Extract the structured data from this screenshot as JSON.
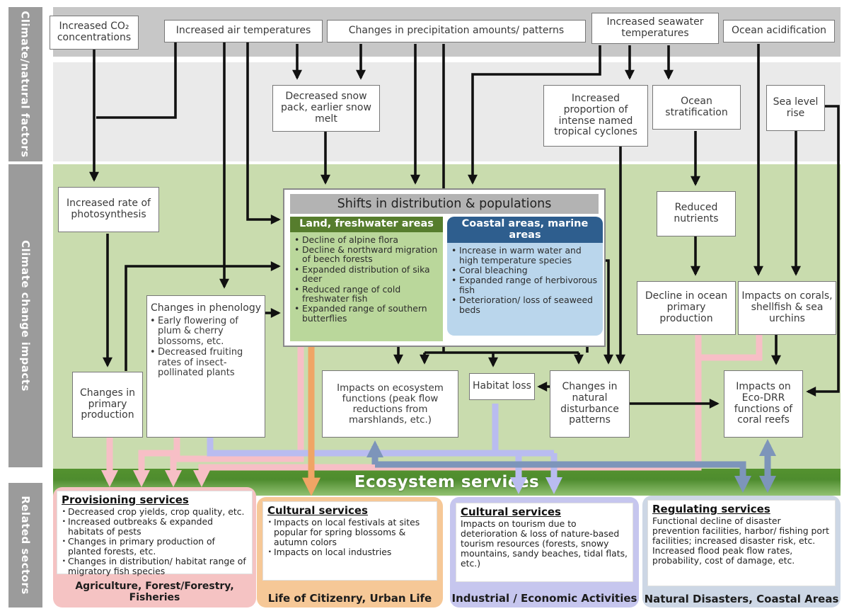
{
  "sidebar": {
    "sections": [
      "Climate/natural factors",
      "Climate change impacts",
      "Related sectors"
    ]
  },
  "factors": {
    "co2": "Increased CO₂ concentrations",
    "air_temp": "Increased air temperatures",
    "precipitation": "Changes in precipitation  amounts/ patterns",
    "seawater_temp": "Increased seawater temperatures",
    "acidification": "Ocean acidification",
    "snow": "Decreased snow pack, earlier snow melt",
    "cyclones": "Increased proportion of intense named tropical cyclones",
    "stratification": "Ocean stratification",
    "sea_level": "Sea level rise"
  },
  "impacts": {
    "photosynthesis": "Increased rate of photosynthesis",
    "shifts": {
      "title": "Shifts in distribution & populations",
      "land": {
        "title": "Land, freshwater areas",
        "items": [
          "Decline of alpine flora",
          "Decline & northward migration of beech forests",
          "Expanded distribution of sika deer",
          "Reduced range of cold freshwater fish",
          "Expanded range of southern butterflies"
        ]
      },
      "coastal": {
        "title": "Coastal areas, marine areas",
        "items": [
          "Increase in warm water and high temperature species",
          "Coral bleaching",
          "Expanded range of herbivorous fish",
          "Deterioration/ loss of seaweed beds"
        ]
      }
    },
    "phenology": {
      "title": "Changes in phenology",
      "items": [
        "Early flowering of plum & cherry blossoms,  etc.",
        "Decreased fruiting rates of insect-pollinated plants"
      ]
    },
    "primary_production": "Changes in primary production",
    "reduced_nutrients": "Reduced nutrients",
    "ocean_primary": "Decline in ocean primary production",
    "corals": "Impacts on corals, shellfish & sea urchins",
    "ecosystem_functions": "Impacts on ecosystem functions (peak flow reductions from marshlands, etc.)",
    "habitat_loss": "Habitat loss",
    "disturbance": "Changes in natural disturbance patterns",
    "eco_drr": "Impacts on Eco-DRR functions of coral reefs"
  },
  "banner": "Ecosystem services",
  "services": [
    {
      "heading": "Provisioning services",
      "items": [
        "Decreased crop yields, crop quality, etc.",
        "Increased outbreaks & expanded habitats of pests",
        "Changes in primary production of planted forests, etc.",
        "Changes in distribution/ habitat range of migratory fish species"
      ],
      "sector": "Agriculture, Forest/Forestry, Fisheries"
    },
    {
      "heading": "Cultural services",
      "items": [
        "Impacts on local festivals at sites popular for spring blossoms & autumn colors",
        "Impacts on local industries"
      ],
      "sector": "Life of Citizenry, Urban Life"
    },
    {
      "heading": "Cultural services",
      "body": "Impacts on tourism due to deterioration & loss of nature-based tourism resources (forests, snowy mountains, sandy beaches, tidal flats, etc.)",
      "sector": "Industrial / Economic Activities"
    },
    {
      "heading": "Regulating services",
      "body_lines": [
        "Functional decline of disaster prevention facilities, harbor/ fishing port facilities; increased disaster risk, etc.",
        "Increased flood peak flow rates, probability, cost of damage, etc."
      ],
      "sector": "Natural Disasters, Coastal Areas"
    }
  ],
  "colors": {
    "band_top": "#c7c7c7",
    "band_mid": "#eaeaea",
    "band_green": "#c9dcae",
    "sidebar_gray": "#9b9b9b",
    "land_header_green": "#567d2d",
    "land_body_green": "#bad79b",
    "coastal_header_blue": "#2e5e8e",
    "coastal_body_blue": "#bad6ec",
    "banner_green": "#4e8c2e",
    "flow_pink": "#f7bfc6",
    "flow_orange": "#f0a565",
    "flow_lavender": "#b9bcf0",
    "flow_steel": "#7d95ba",
    "provisioning_bg": "#f5c3c3",
    "cultural1_bg": "#f6c897",
    "cultural2_bg": "#c6c6ee",
    "regulating_bg": "#cdd7e5"
  }
}
